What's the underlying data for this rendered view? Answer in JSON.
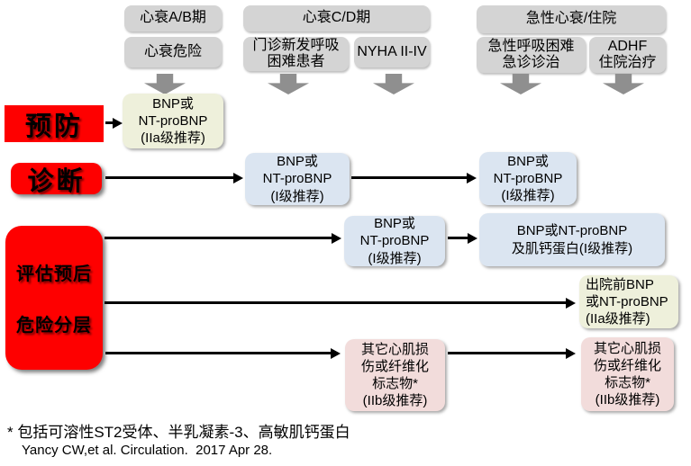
{
  "top_row": [
    {
      "label": "心衰A/B期"
    },
    {
      "label": "心衰C/D期"
    },
    {
      "label": "急性心衰/住院"
    }
  ],
  "sub_row": [
    {
      "label": "心衰危险"
    },
    {
      "label": "门诊新发呼吸\n困难患者"
    },
    {
      "label": "NYHA II-IV"
    },
    {
      "label": "急性呼吸困难\n急诊诊治"
    },
    {
      "label": "ADHF\n住院治疗"
    }
  ],
  "stages": {
    "prevention": "预防",
    "diagnosis": "诊断",
    "assessment_line1": "评估预后",
    "assessment_line2": "危险分层"
  },
  "recommendations": {
    "prevention_bnp": "BNP或\nNT-proBNP\n(IIa级推荐)",
    "diagnosis_bnp_outpatient": "BNP或\nNT-proBNP\n(I级推荐)",
    "diagnosis_bnp_acute": "BNP或\nNT-proBNP\n(I级推荐)",
    "prognosis_bnp_chronic": "BNP或\nNT-proBNP\n(I级推荐)",
    "prognosis_bnp_troponin": "BNP或NT-proBNP\n及肌钙蛋白(I级推荐)",
    "predischarge_bnp": "出院前BNP\n或NT-proBNP\n(IIa级推荐)",
    "other_markers_chronic": "其它心肌损\n伤或纤维化\n标志物*\n(IIb级推荐)",
    "other_markers_acute": "其它心肌损\n伤或纤维化\n标志物*\n(IIb级推荐)"
  },
  "footnote": "* 包括可溶性ST2受体、半乳凝素-3、高敏肌钙蛋白",
  "citation": "Yancy CW,et al. Circulation.  2017 Apr 28.",
  "colors": {
    "stage_red": "#fe0000",
    "box_gray": "#d4d4d4",
    "rec_blue": "#dbe5f1",
    "rec_cream": "#eef0db",
    "rec_pink": "#f2dcdb",
    "arrow_gray": "#8f8f8f",
    "arrow_black": "#000000"
  }
}
